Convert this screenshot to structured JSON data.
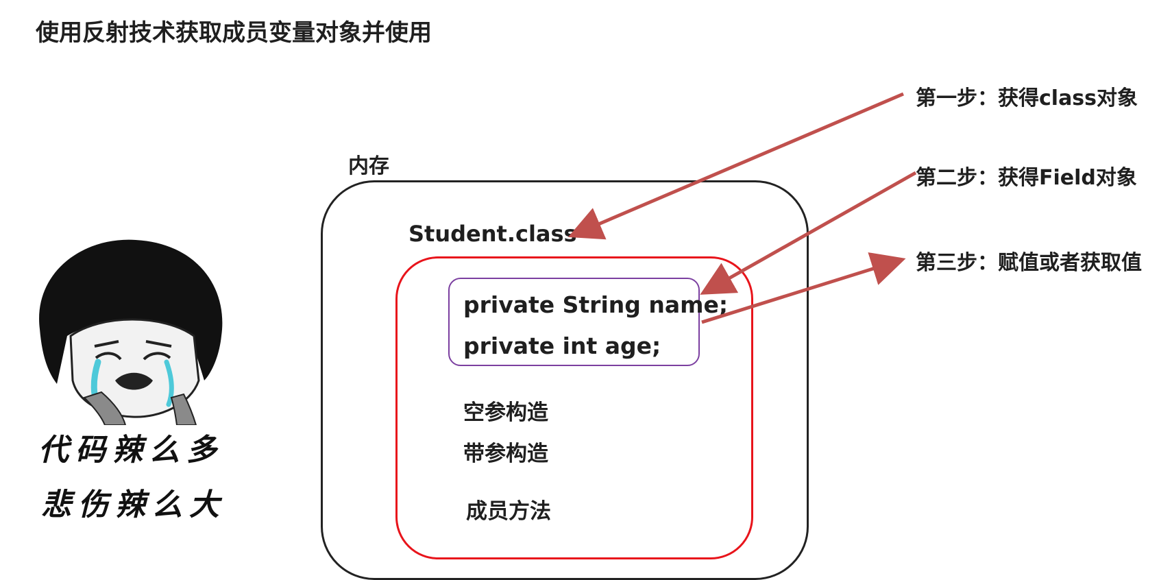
{
  "title": "使用反射技术获取成员变量对象并使用",
  "steps": [
    {
      "label": "第一步：获得class对象"
    },
    {
      "label": "第二步：获得Field对象"
    },
    {
      "label": "第三步：赋值或者获取值"
    }
  ],
  "memory": {
    "label": "内存",
    "class_name": "Student.class",
    "fields": [
      "private String name;",
      "private int age;"
    ],
    "members": [
      "空参构造",
      "带参构造",
      "成员方法"
    ]
  },
  "meme": {
    "caption_line1": "代码辣么多",
    "caption_line2": "悲伤辣么大"
  },
  "colors": {
    "arrow": "#c0504d",
    "class_border": "#e8141b",
    "field_border": "#7b3fa0",
    "memory_border": "#222222"
  }
}
